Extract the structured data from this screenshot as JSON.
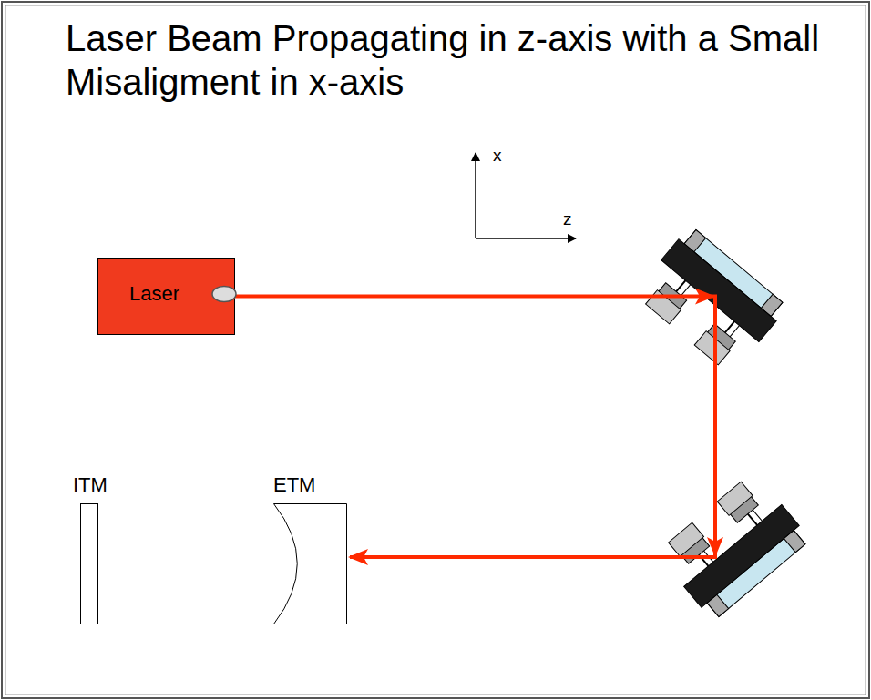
{
  "diagram": {
    "title": "Laser Beam Propagating in z-axis with a Small Misaligment in x-axis",
    "nodes": [
      {
        "text": [
          "Laser"
        ]
      },
      {
        "text": [
          "ITM"
        ]
      },
      {
        "text": [
          "ETM"
        ]
      }
    ],
    "edges": [
      {
        "from": 0,
        "to": 2,
        "arrow": "to"
      }
    ],
    "labels": [
      "x",
      "z"
    ]
  }
}
